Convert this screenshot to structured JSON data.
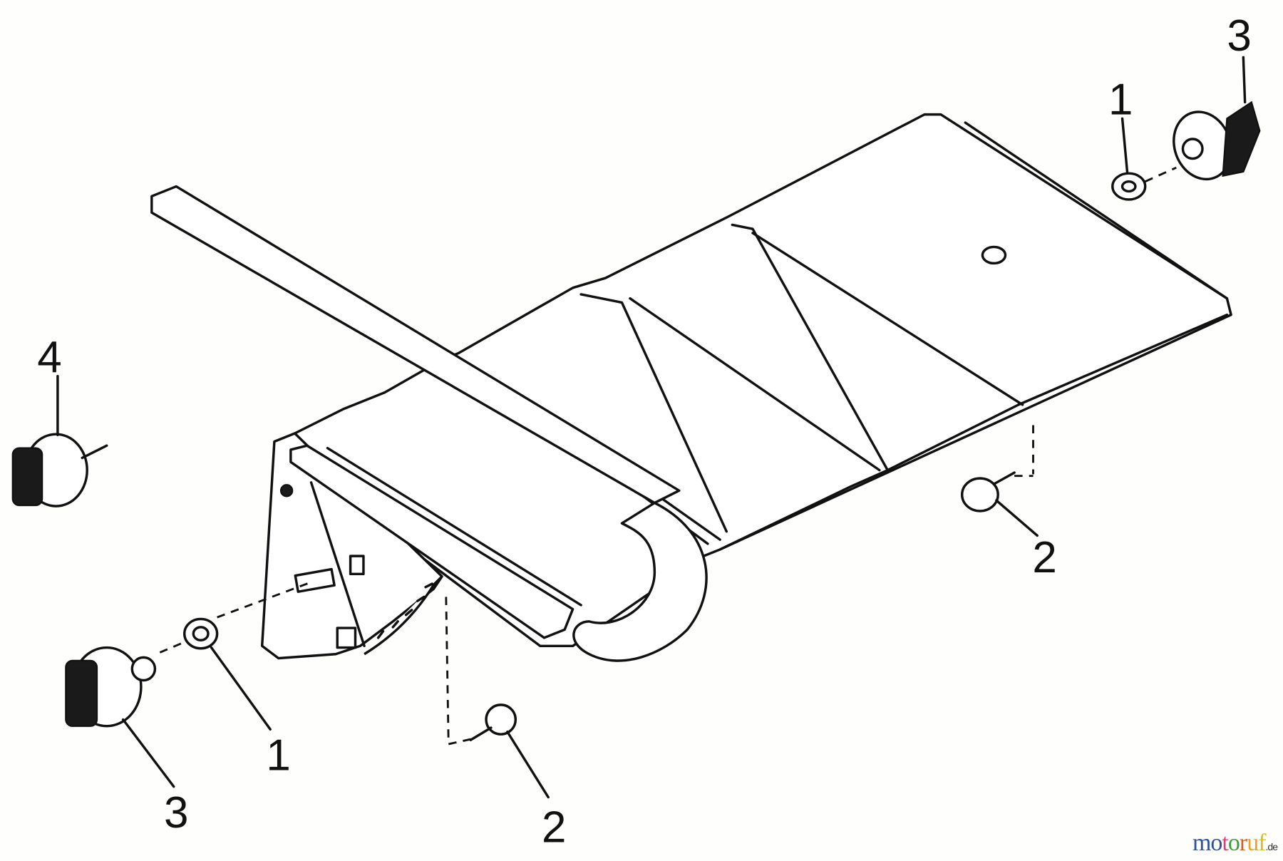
{
  "callouts": [
    {
      "number": "3",
      "part": "knob"
    },
    {
      "number": "1",
      "part": "washer"
    },
    {
      "number": "4",
      "part": "thumb-screw"
    },
    {
      "number": "2",
      "part": "screw"
    },
    {
      "number": "1",
      "part": "washer"
    },
    {
      "number": "3",
      "part": "knob"
    },
    {
      "number": "2",
      "part": "screw"
    }
  ],
  "watermark": {
    "letters": [
      "m",
      "o",
      "t",
      "o",
      "r",
      "u",
      "f"
    ],
    "colors": [
      "#2f4f9f",
      "#2f4f9f",
      "#e0407a",
      "#3d9a3d",
      "#e05a1e",
      "#f0a020",
      "#d8c020"
    ],
    "suffix": ".de"
  }
}
